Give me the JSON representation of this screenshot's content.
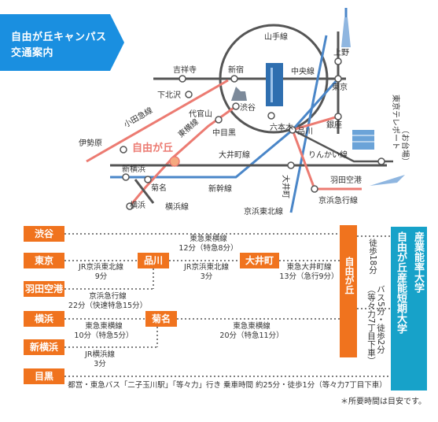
{
  "banner": {
    "line1": "自由が丘キャンパス",
    "line2": "交通案内",
    "color": "#1a8fe0"
  },
  "colors": {
    "orange": "#f0731e",
    "orange_light": "#f5a97f",
    "pink": "#ec7b72",
    "gray": "#555555",
    "blue": "#4a86c8",
    "cyan": "#17a2c9"
  },
  "map": {
    "yamanote": "山手線",
    "chuo": "中央線",
    "ueno": "上野",
    "tokyo": "東京",
    "shinjuku": "新宿",
    "kichijoji": "吉祥寺",
    "shimokitazawa": "下北沢",
    "shibuya": "渋谷",
    "daikanyama": "代官山",
    "nakameguro": "中目黒",
    "roppongi": "六本木",
    "ginza": "銀座",
    "shinagawa": "品川",
    "tokyo_teleport": "東京テレポート",
    "odaiba": "（お台場）",
    "odakyu": "小田急線",
    "isehara": "伊勢原",
    "toyoko": "東横線",
    "jiyugaoka": "自由が丘",
    "oimachi_line": "大井町線",
    "rinkai": "りんかい線",
    "oimachi": "大井町",
    "haneda": "羽田空港",
    "shin_yokohama": "新横浜",
    "kikuna": "菊名",
    "shinkansen": "新幹線",
    "keikyu": "京浜急行線",
    "yokohama": "横浜",
    "yokohama_line": "横浜線",
    "keihin_tohoku": "京浜東北線"
  },
  "stations": {
    "shibuya": "渋谷",
    "tokyo": "東京",
    "shinagawa": "品川",
    "oimachi": "大井町",
    "haneda": "羽田空港",
    "yokohama": "横浜",
    "kikuna": "菊名",
    "shin_yokohama": "新横浜",
    "meguro": "目黒",
    "jiyugaoka": "自由が丘"
  },
  "routes": {
    "toyoko_1": "東急東横線",
    "toyoko_1_time": "12分（特急8分）",
    "keihin_1": "JR京浜東北線",
    "keihin_1_time": "9分",
    "keihin_2": "JR京浜東北線",
    "keihin_2_time": "3分",
    "oimachi": "東急大井町線",
    "oimachi_time": "13分（急行9分）",
    "keikyu": "京浜急行線",
    "keikyu_time": "22分（快速特急15分）",
    "toyoko_2": "東急東横線",
    "toyoko_2_time": "10分（特急5分）",
    "toyoko_3": "東急東横線",
    "toyoko_3_time": "20分（特急11分）",
    "yokohama_line": "JR横浜線",
    "yokohama_line_time": "3分",
    "walk": "徒歩18分",
    "bus_walk": "バス5分・徒歩2分（等々力7丁目下車）",
    "meguro_bus": "都営・東急バス「二子玉川駅」「等々力」行き  乗車時間 約25分・徒歩1分（等々力7丁目下車）"
  },
  "destination": {
    "line1": "産業能率大学",
    "line2": "自由が丘産能短期大学"
  },
  "note": "＊所要時間は目安です。"
}
